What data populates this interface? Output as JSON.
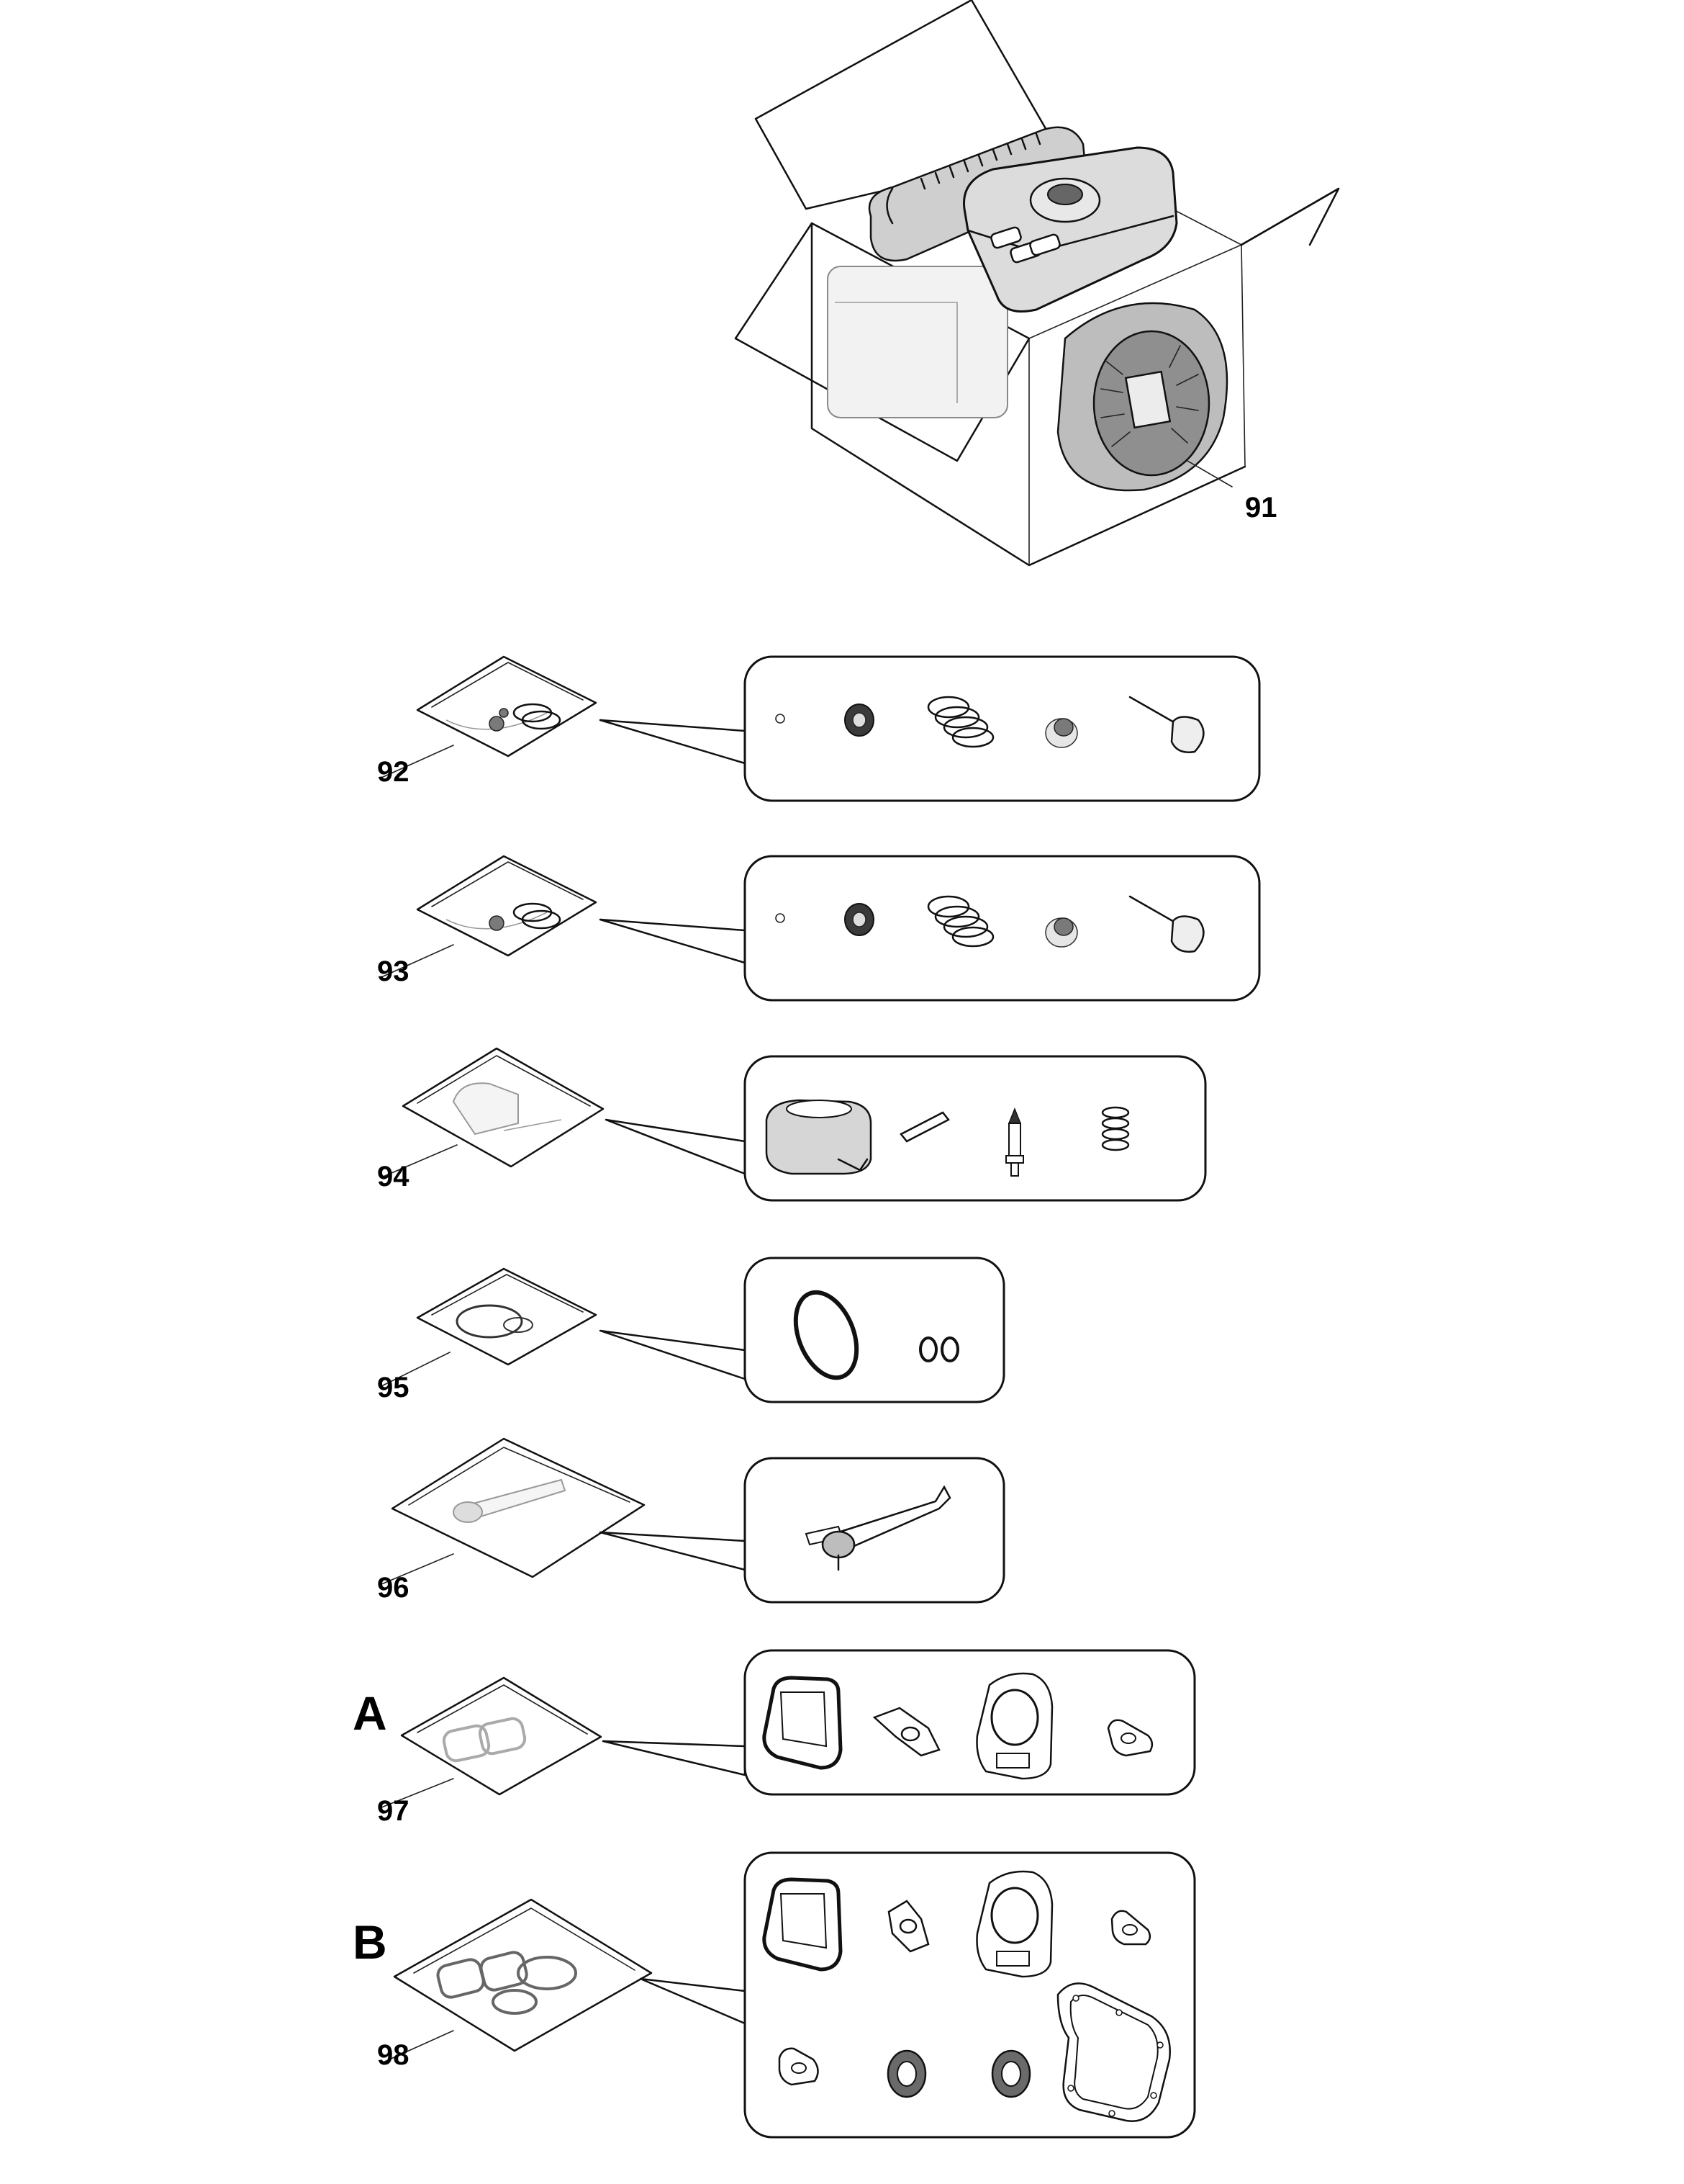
{
  "callouts": {
    "p91": "91",
    "p92": "92",
    "p93": "93",
    "p94": "94",
    "p95": "95",
    "p96": "96",
    "p97": "97",
    "p98": "98"
  },
  "letters": {
    "a": "A",
    "b": "B"
  }
}
